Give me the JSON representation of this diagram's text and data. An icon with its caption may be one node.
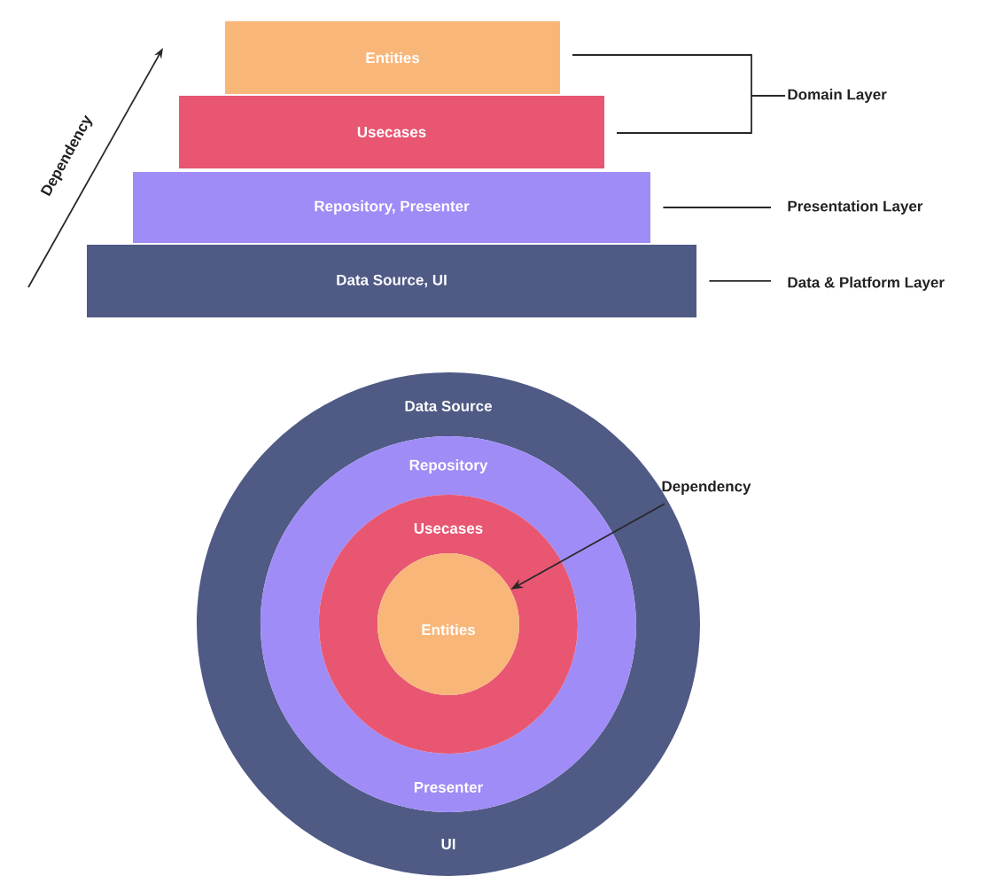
{
  "diagram": {
    "nodes": [
      {
        "text": [
          "Entities"
        ]
      },
      {
        "text": [
          "Usecases"
        ]
      },
      {
        "text": [
          "Repository, Presenter"
        ]
      },
      {
        "text": [
          "Data Source, UI"
        ]
      },
      {
        "text": [
          "Domain Layer"
        ]
      },
      {
        "text": [
          "Presentation Layer"
        ]
      },
      {
        "text": [
          "Data & Platform Layer"
        ]
      },
      {
        "text": [
          "Data Source",
          "UI"
        ]
      },
      {
        "text": [
          "Repository",
          "Presenter"
        ],
        "in": 7
      },
      {
        "text": [
          "Usecases"
        ],
        "in": 8
      },
      {
        "text": [
          "Entities"
        ],
        "in": 9
      },
      {
        "text": [
          "Dependency"
        ]
      }
    ],
    "edges": [
      {
        "from": 0,
        "to": 4,
        "arrow": "none"
      },
      {
        "from": 1,
        "to": 4,
        "arrow": "none"
      },
      {
        "from": 2,
        "to": 5,
        "arrow": "none"
      },
      {
        "from": 3,
        "to": 6,
        "arrow": "none"
      },
      {
        "from": 11,
        "to": 10,
        "arrow": "to"
      }
    ],
    "labels": [
      "Dependency"
    ]
  }
}
